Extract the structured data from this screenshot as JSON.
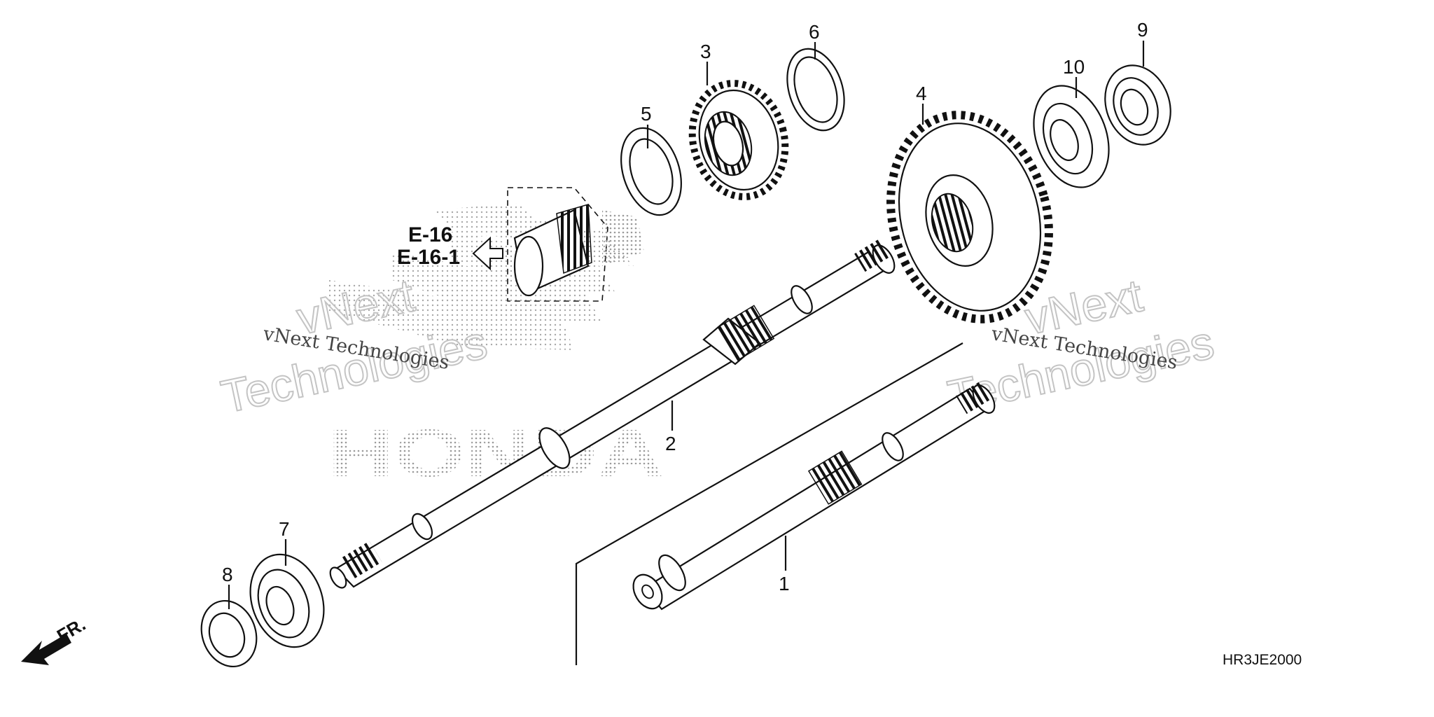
{
  "diagram": {
    "callouts": {
      "p1": "1",
      "p2": "2",
      "p3": "3",
      "p4": "4",
      "p5": "5",
      "p6": "6",
      "p7": "7",
      "p8": "8",
      "p9": "9",
      "p10": "10"
    },
    "reference": {
      "line1": "E-16",
      "line2": "E-16-1"
    },
    "front_label": "FR.",
    "diagram_code": "HR3JE2000",
    "logo_text": "HONDA",
    "watermarks": [
      {
        "big1": "vNext",
        "big2": "Technologies",
        "small": "vNext Technologies"
      },
      {
        "big1": "vNext",
        "big2": "Technologies",
        "small": "vNext Technologies"
      }
    ],
    "colors": {
      "ink": "#111111",
      "watermark": "#c4c4c4",
      "logo_dots": "#9a9a9a"
    }
  }
}
